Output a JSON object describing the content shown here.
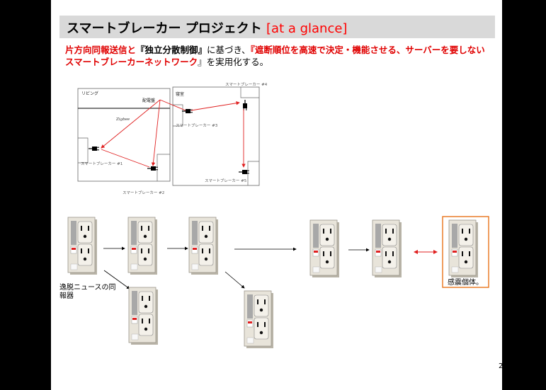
{
  "slide": {
    "title_main": "スマートブレーカー プロジェクト",
    "title_accent": "[at a glance]",
    "subtitle": {
      "red1": "片方向同報送信と",
      "black1": "『独立分散制御』",
      "norm1": "に基づき、",
      "red2": "『遮断順位を高速で決定・機能させる、サーバーを要しない",
      "red3": "スマートブレーカーネットワーク",
      "norm2": "』を実用化する。"
    },
    "page_number": "2"
  },
  "floorplan": {
    "living_label": "リビング",
    "panel_label": "配電盤",
    "zigbee_label": "Zigbee",
    "bedroom_label": "寝室",
    "breaker1": "スマートブレーカー #1",
    "breaker2": "スマートブレーカー #2",
    "breaker3": "スマートブレーカー #3",
    "breaker4": "スマートブレーカー #4",
    "breaker5": "スマートブレーカー #5"
  },
  "flow": {
    "caption_left": "逸脱ニュースの同\n報器",
    "caption_right": "感震個体。"
  },
  "colors": {
    "accent_red": "#ff0000",
    "frame_orange": "#e8731a",
    "title_bar_gray": "#d9d9d9"
  },
  "icons": [
    "outlet-icon",
    "plug-icon"
  ]
}
